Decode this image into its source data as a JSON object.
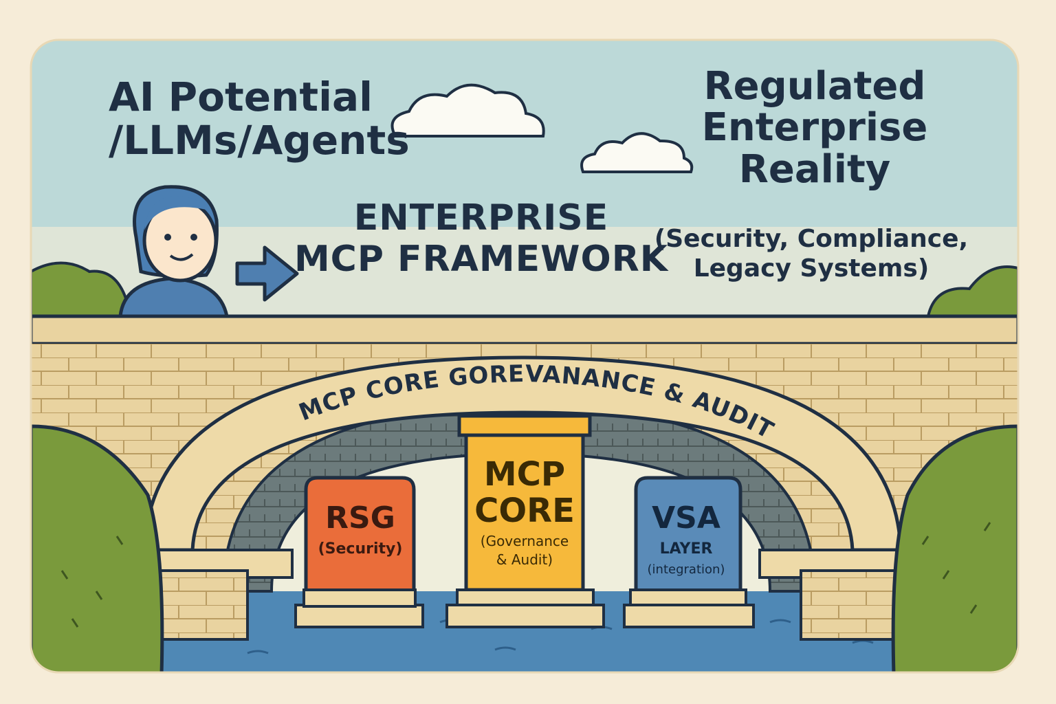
{
  "left_heading": "AI Potential /LLMs/Agents",
  "right_heading": "Regulated Enterprise Reality",
  "right_subheading": "(Security, Compliance, Legacy Systems)",
  "center_heading_line1": "ENTERPRISE",
  "center_heading_line2": "MCP FRAMEWORK",
  "arch_text": "MCP CORE  GOREVANANCE & AUDIT",
  "pillars": {
    "rsg": {
      "name": "RSG",
      "subtitle": "(Security)",
      "color": "#ea6d3a"
    },
    "core": {
      "name_line1": "MCP",
      "name_line2": "CORE",
      "subtitle_line1": "(Governance",
      "subtitle_line2": "& Audit)",
      "color": "#f6b93b"
    },
    "vsa": {
      "name": "VSA",
      "layer": "LAYER",
      "subtitle": "(integration)",
      "color": "#5a8bb8"
    }
  },
  "colors": {
    "sky": "#bcd9d8",
    "bridge": "#e9d3a0",
    "water": "#4f88b5",
    "bush": "#7a9a3c",
    "ink": "#1f2f43",
    "arrow": "#4f7fb0",
    "hair": "#4b7fb3"
  },
  "icons": [
    "person-icon",
    "arrow-right-icon",
    "cloud-icon",
    "bridge-icon"
  ]
}
